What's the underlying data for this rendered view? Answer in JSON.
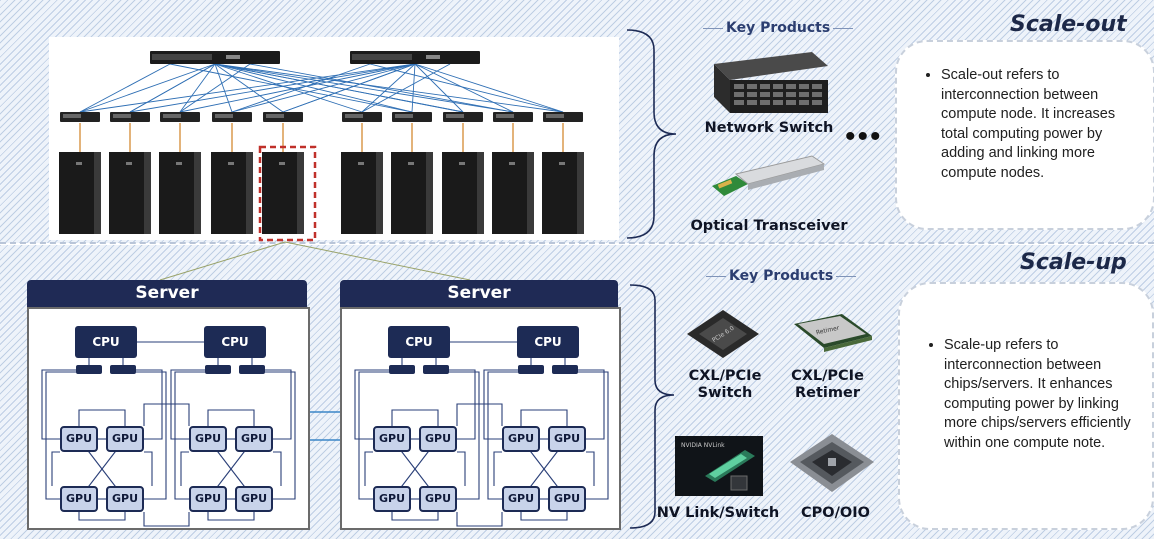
{
  "scale_out": {
    "title": "Scale-out",
    "key_products_title": "Key Products",
    "products": {
      "network_switch": "Network Switch",
      "optical_transceiver": "Optical Transceiver"
    },
    "description": "Scale-out refers to interconnection between compute node. It increases total computing power by adding and linking more compute nodes."
  },
  "scale_up": {
    "title": "Scale-up",
    "key_products_title": "Key Products",
    "products": {
      "cxl_switch": "CXL/PCIe Switch",
      "cxl_retimer": "CXL/PCIe Retimer",
      "nvlink": "NV Link/Switch",
      "cpo": "CPO/OIO"
    },
    "description": "Scale-up refers to interconnection between chips/servers. It enhances computing power by linking more chips/servers efficiently within one compute note."
  },
  "servers": [
    {
      "title": "Server",
      "cpu_label": "CPU",
      "gpu_label": "GPU"
    },
    {
      "title": "Server",
      "cpu_label": "CPU",
      "gpu_label": "GPU"
    }
  ],
  "colors": {
    "navy": "#1d2b55",
    "gpu_fill": "#c8d3ea",
    "highlight": "#c0302a"
  },
  "icons": [
    "network-switch-image",
    "optical-transceiver-image",
    "pcie-switch-chip-image",
    "pcie-retimer-chip-image",
    "nvlink-image",
    "cpo-image",
    "rack-server-icon",
    "top-switch-icon",
    "leaf-switch-icon"
  ]
}
